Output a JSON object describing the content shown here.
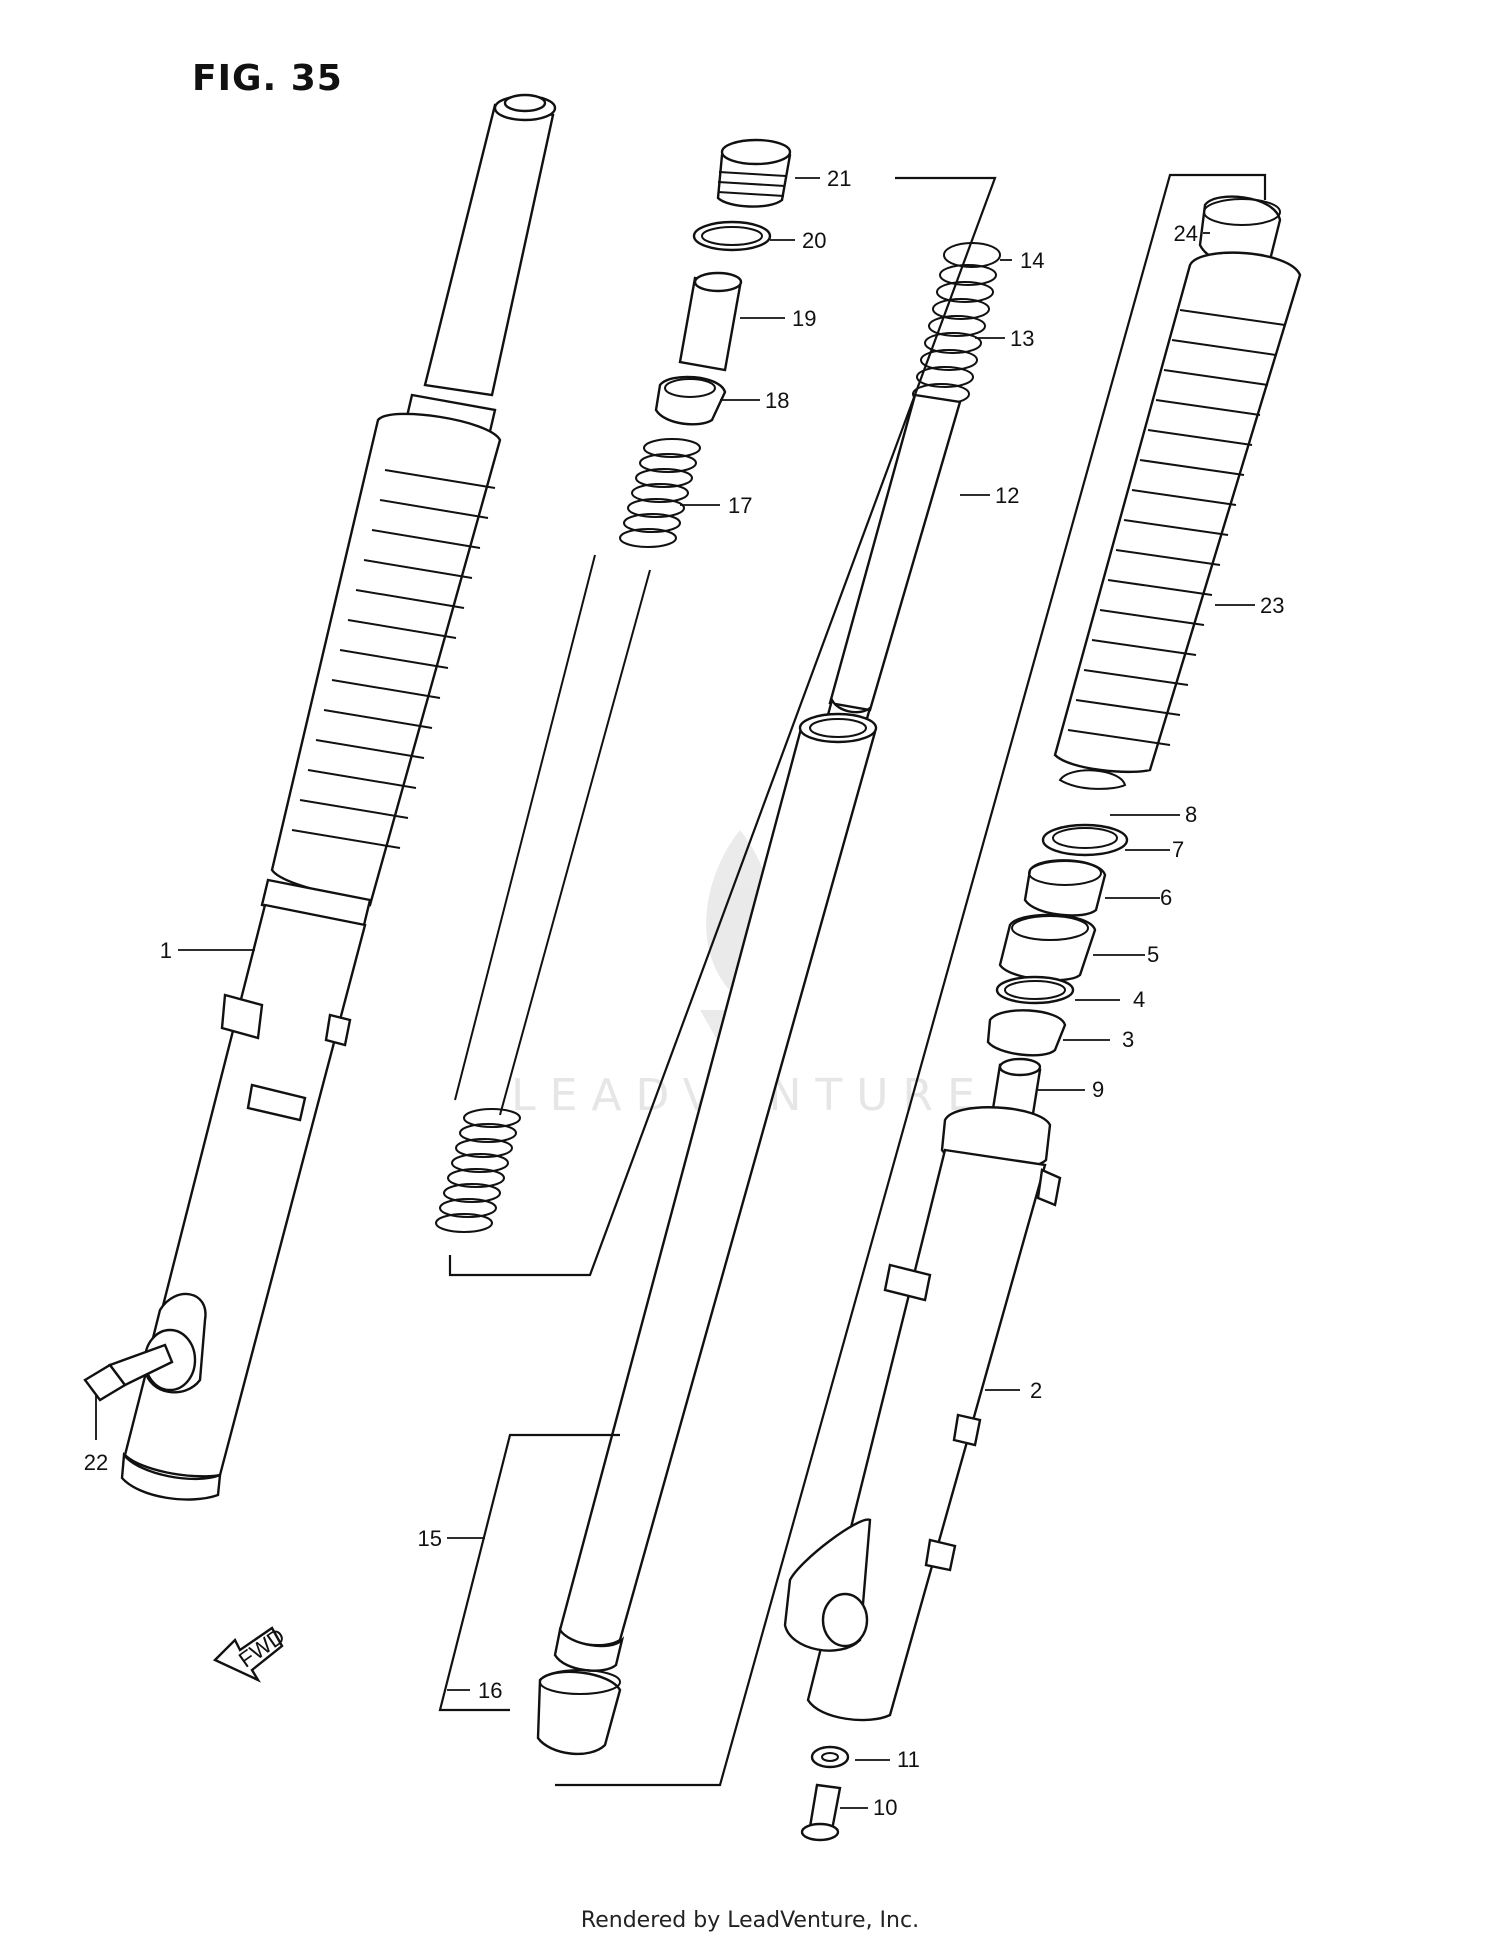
{
  "figure": {
    "title": "FIG. 35",
    "watermark": "LEADVENTURE",
    "footer": "Rendered by LeadVenture, Inc.",
    "fwd_label": "FWD"
  },
  "callouts": [
    "1",
    "2",
    "3",
    "4",
    "5",
    "6",
    "7",
    "8",
    "9",
    "10",
    "11",
    "12",
    "13",
    "14",
    "15",
    "16",
    "17",
    "18",
    "19",
    "20",
    "21",
    "22",
    "23",
    "24"
  ]
}
